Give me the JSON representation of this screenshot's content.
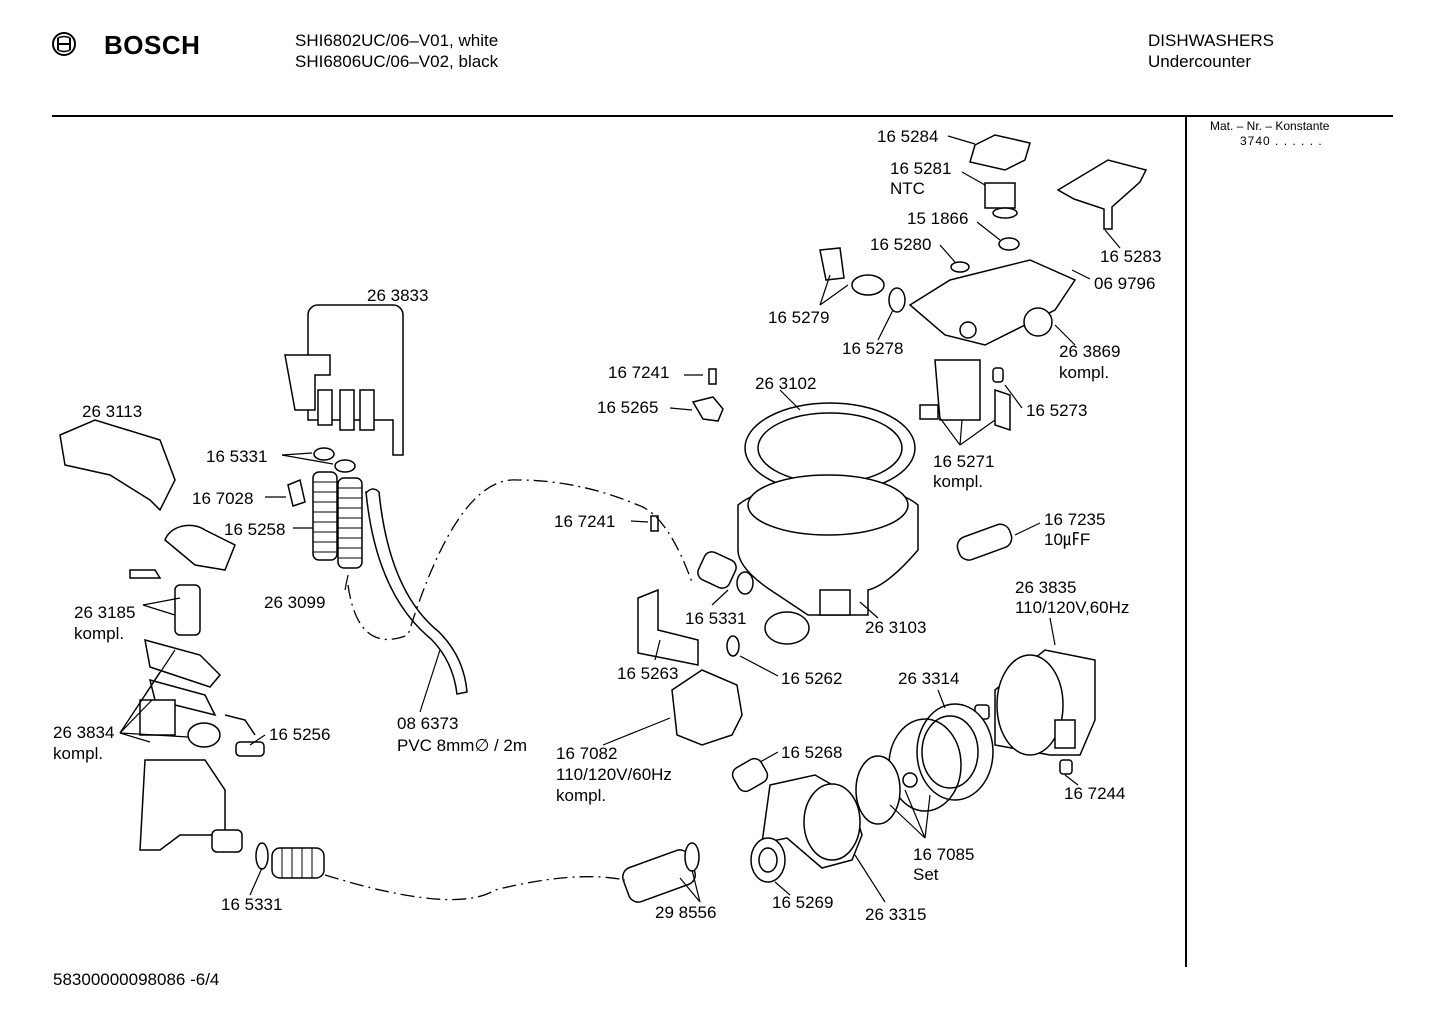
{
  "header": {
    "brand": "BOSCH",
    "models": [
      "SHI6802UC/06–V01, white",
      "SHI6806UC/06–V02, black"
    ],
    "category": [
      "DISHWASHERS",
      "Undercounter"
    ]
  },
  "side_panel": {
    "title": "Mat. – Nr. – Konstante",
    "value": "3740 . . . . . ."
  },
  "footer": {
    "doc_number": "58300000098086  -6/4"
  },
  "parts": {
    "p165284": "16 5284",
    "p165281": [
      "16 5281",
      "NTC"
    ],
    "p151866": "15 1866",
    "p165280": "16 5280",
    "p165283": "16 5283",
    "p069796": "06 9796",
    "p165279": "16 5279",
    "p165278": "16 5278",
    "p263869": [
      "26 3869",
      "kompl."
    ],
    "p263833": "26 3833",
    "p167241a": "16 7241",
    "p165265": "16 5265",
    "p263102": "26 3102",
    "p165273": "16 5273",
    "p165271": [
      "16 5271",
      "kompl."
    ],
    "p263113": "26 3113",
    "p165331a": "16 5331",
    "p167028": "16 7028",
    "p165258": "16 5258",
    "p167241b": "16 7241",
    "p167235": [
      "16 7235",
      "10㎌F"
    ],
    "p263185": [
      "26 3185",
      "kompl."
    ],
    "p263099": "26 3099",
    "p165331b": "16 5331",
    "p263103": "26 3103",
    "p263835": [
      "26 3835",
      "110/120V,60Hz"
    ],
    "p165263": "16 5263",
    "p165262": "16 5262",
    "p263314": "26 3314",
    "p263834": [
      "26 3834",
      "kompl."
    ],
    "p165256": "16 5256",
    "p086373": [
      "08 6373",
      "PVC 8mm∅ / 2m"
    ],
    "p167082": [
      "16 7082",
      "110/120V/60Hz",
      "kompl."
    ],
    "p165268": "16 5268",
    "p167244": "16 7244",
    "p167085": [
      "16 7085",
      "Set"
    ],
    "p165331c": "16 5331",
    "p298556": "29 8556",
    "p165269": "16 5269",
    "p263315": "26 3315"
  }
}
